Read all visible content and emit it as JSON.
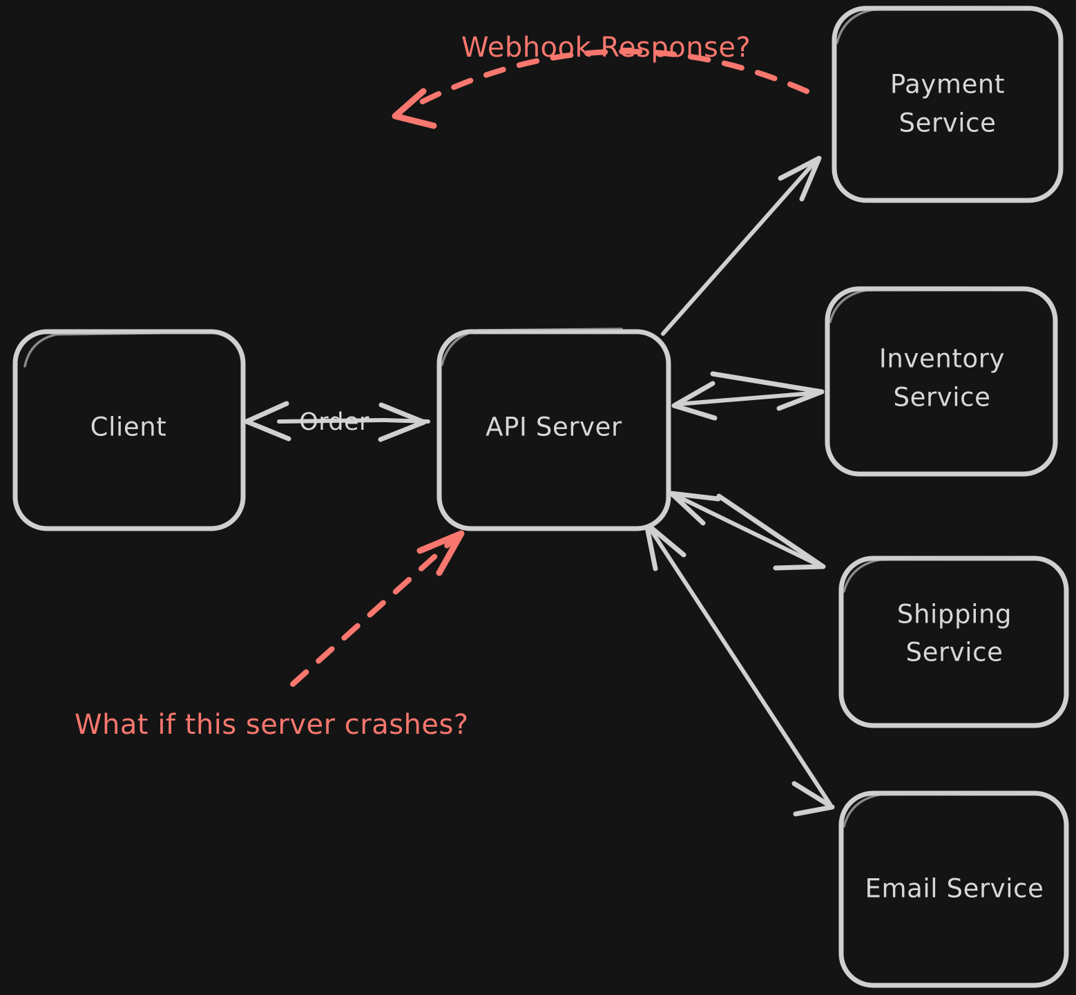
{
  "diagram": {
    "title": "Microservice order flow with webhook and failure annotations",
    "background_color": "#141414",
    "node_stroke_color": "#d0d0d0",
    "node_text_color": "#d8d8d8",
    "annotation_color": "#f8776e",
    "edge_color": "#d0d0d0"
  },
  "nodes": [
    {
      "id": "client",
      "label": "Client",
      "lines": [
        "Client"
      ]
    },
    {
      "id": "api",
      "label": "API Server",
      "lines": [
        "API Server"
      ]
    },
    {
      "id": "payment",
      "label": "Payment Service",
      "lines": [
        "Payment",
        "Service"
      ]
    },
    {
      "id": "inventory",
      "label": "Inventory Service",
      "lines": [
        "Inventory",
        "Service"
      ]
    },
    {
      "id": "shipping",
      "label": "Shipping Service",
      "lines": [
        "Shipping",
        "Service"
      ]
    },
    {
      "id": "email",
      "label": "Email Service",
      "lines": [
        "Email Service"
      ]
    }
  ],
  "edges": [
    {
      "id": "client-api",
      "from": "client",
      "to": "api",
      "label": "Order",
      "direction": "bidirectional",
      "style": "solid"
    },
    {
      "id": "api-payment",
      "from": "api",
      "to": "payment",
      "label": "",
      "direction": "forward",
      "style": "solid"
    },
    {
      "id": "api-inventory",
      "from": "api",
      "to": "inventory",
      "label": "",
      "direction": "bidirectional",
      "style": "solid"
    },
    {
      "id": "api-shipping",
      "from": "api",
      "to": "shipping",
      "label": "",
      "direction": "bidirectional",
      "style": "solid"
    },
    {
      "id": "api-email",
      "from": "api",
      "to": "email",
      "label": "",
      "direction": "bidirectional",
      "style": "solid"
    }
  ],
  "annotations": [
    {
      "id": "webhook",
      "text": "Webhook Response?",
      "style": "dashed",
      "color": "#f8776e",
      "points_to": "left"
    },
    {
      "id": "crash",
      "text": "What if this server crashes?",
      "style": "dashed",
      "color": "#f8776e",
      "points_to": "api"
    }
  ]
}
